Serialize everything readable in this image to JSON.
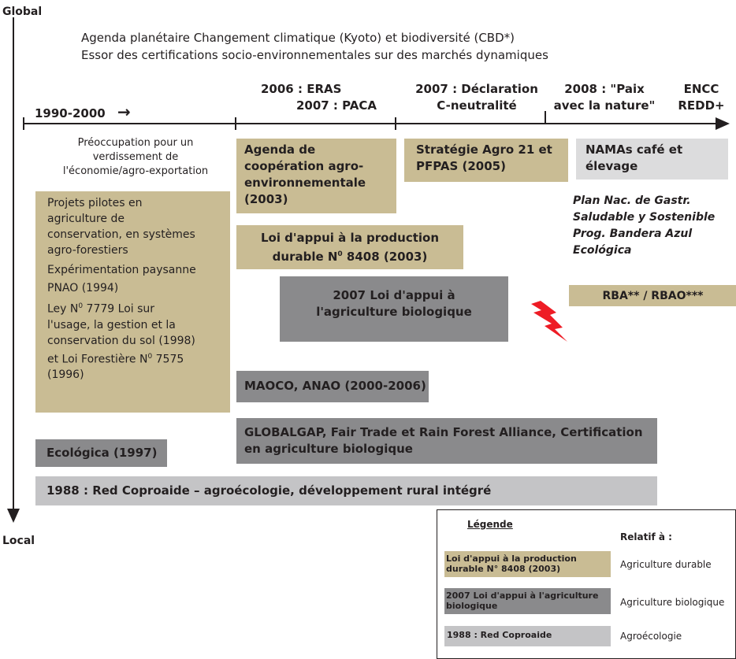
{
  "axis": {
    "global_label": "Global",
    "local_label": "Local"
  },
  "header": {
    "line1": "Agenda planétaire Changement climatique (Kyoto) et biodiversité (CBD*)",
    "line2": "Essor des certifications socio-environnementales sur des marchés dynamiques"
  },
  "timeline": {
    "t1": "1990-2000",
    "t1_arrow": "→",
    "t2_l1": "2006 : ERAS",
    "t2_l2": "2007 : PACA",
    "t3_l1": "2007 : Déclaration",
    "t3_l2": "C-neutralité",
    "t4_l1": "2008 : \"Paix",
    "t4_l2": "avec la nature\"",
    "t5_l1": "ENCC",
    "t5_l2": "REDD+"
  },
  "notes": {
    "verdissement_l1": "Préoccupation pour un",
    "verdissement_l2": "verdissement de",
    "verdissement_l3": "l'économie/agro-exportation",
    "plan_l1": "Plan Nac. de Gastr.",
    "plan_l2": "Saludable y Sostenible",
    "plan_l3": "Prog. Bandera Azul",
    "plan_l4": "Ecológica"
  },
  "boxes": {
    "pilot_l1": "Projets pilotes en",
    "pilot_l2": "agriculture de",
    "pilot_l3": "conservation, en systèmes",
    "pilot_l4": "agro-forestiers",
    "pilot_l5": "Expérimentation paysanne",
    "pilot_l6": "PNAO (1994)",
    "pilot_l7a": "Ley N",
    "pilot_l7sup": "0",
    "pilot_l7b": " 7779 Loi sur",
    "pilot_l8": "l'usage, la gestion et la",
    "pilot_l9": "conservation du sol (1998)",
    "pilot_l10a": "et Loi Forestière N",
    "pilot_l10sup": "0",
    "pilot_l10b": " 7575",
    "pilot_l11": "(1996)",
    "agenda_l1": "Agenda de",
    "agenda_l2": "coopération agro-",
    "agenda_l3": "environnementale",
    "agenda_l4": "(2003)",
    "agro21_l1": "Stratégie Agro 21 et",
    "agro21_l2": "PFPAS (2005)",
    "namas_l1": "NAMAs café et",
    "namas_l2": "élevage",
    "loi8408_l1": "Loi d'appui à la production",
    "loi8408_l2a": "durable N",
    "loi8408_l2sup": "0",
    "loi8408_l2b": " 8408 (2003)",
    "rba": "RBA** / RBAO***",
    "bio_l1": "2007 Loi d'appui à",
    "bio_l2": "l'agriculture biologique",
    "maoco": "MAOCO, ANAO (2000-2006)",
    "global_l1": "GLOBALGAP, Fair Trade et Rain Forest Alliance, Certification",
    "global_l2": "en agriculture biologique",
    "ecologica": "Ecológica (1997)",
    "coproaide": "1988 : Red Coproaide – agroécologie, développement rural intégré"
  },
  "legend": {
    "title": "Légende",
    "relatif": "Relatif à :",
    "row1_box_l1": "Loi d'appui à la production",
    "row1_box_l2": "durable N° 8408 (2003)",
    "row1_label": "Agriculture durable",
    "row2_box_l1": "2007 Loi d'appui à l'agriculture",
    "row2_box_l2": "biologique",
    "row2_label": "Agriculture biologique",
    "row3_box": "1988 : Red Coproaide",
    "row3_label": "Agroécologie"
  },
  "colors": {
    "durable": "#c9bc94",
    "biologique": "#8a8a8c",
    "agroecologie": "#c4c4c6",
    "lightning": "#ee1c25",
    "line": "#231f20"
  }
}
